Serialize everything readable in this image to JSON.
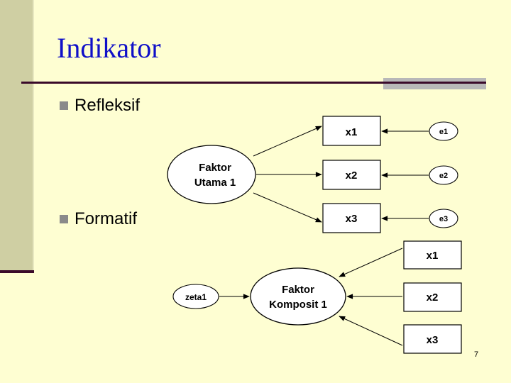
{
  "slide": {
    "title": "Indikator",
    "bullets": [
      "Refleksif",
      "Formatif"
    ],
    "page_number": "7"
  },
  "diagram": {
    "reflective": {
      "factor_line1": "Faktor",
      "factor_line2": "Utama 1",
      "indicators": [
        "x1",
        "x2",
        "x3"
      ],
      "errors": [
        "e1",
        "e2",
        "e3"
      ]
    },
    "formative": {
      "factor_line1": "Faktor",
      "factor_line2": "Komposit 1",
      "indicators": [
        "x1",
        "x2",
        "x3"
      ],
      "disturbance": "zeta1"
    }
  },
  "colors": {
    "background": "#fefed2",
    "title": "#1010c8",
    "sidebar": "#cfcfa3",
    "rule": "#3a0a2a"
  }
}
